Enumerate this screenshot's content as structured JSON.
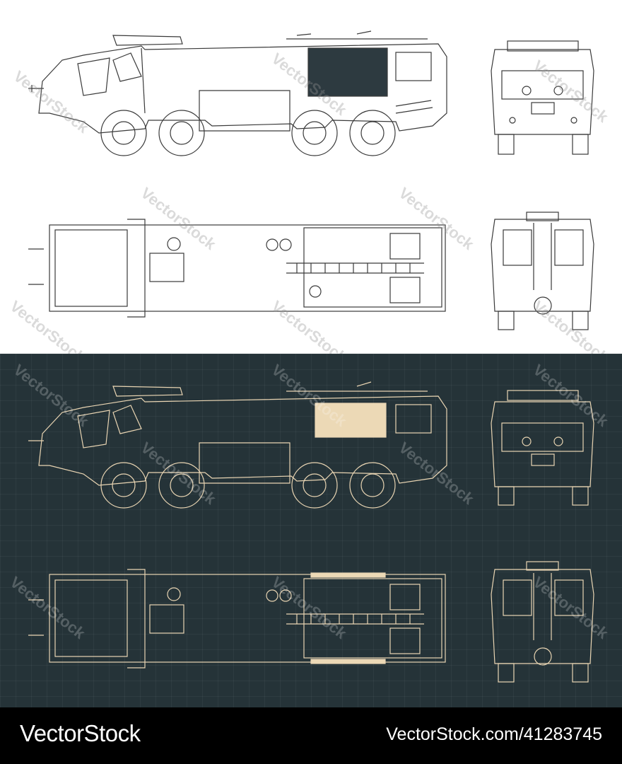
{
  "watermark": {
    "text": "VectorStock"
  },
  "footer": {
    "brand": "VectorStock",
    "image_id": "VectorStock.com/41283745"
  },
  "colors": {
    "light_bg": "#ffffff",
    "light_line": "#3a3a3a",
    "dark_bg": "#253338",
    "dark_line": "#e9d5b3",
    "window_fill_light": "#2d3a40",
    "window_fill_dark": "#ecd9b6"
  }
}
